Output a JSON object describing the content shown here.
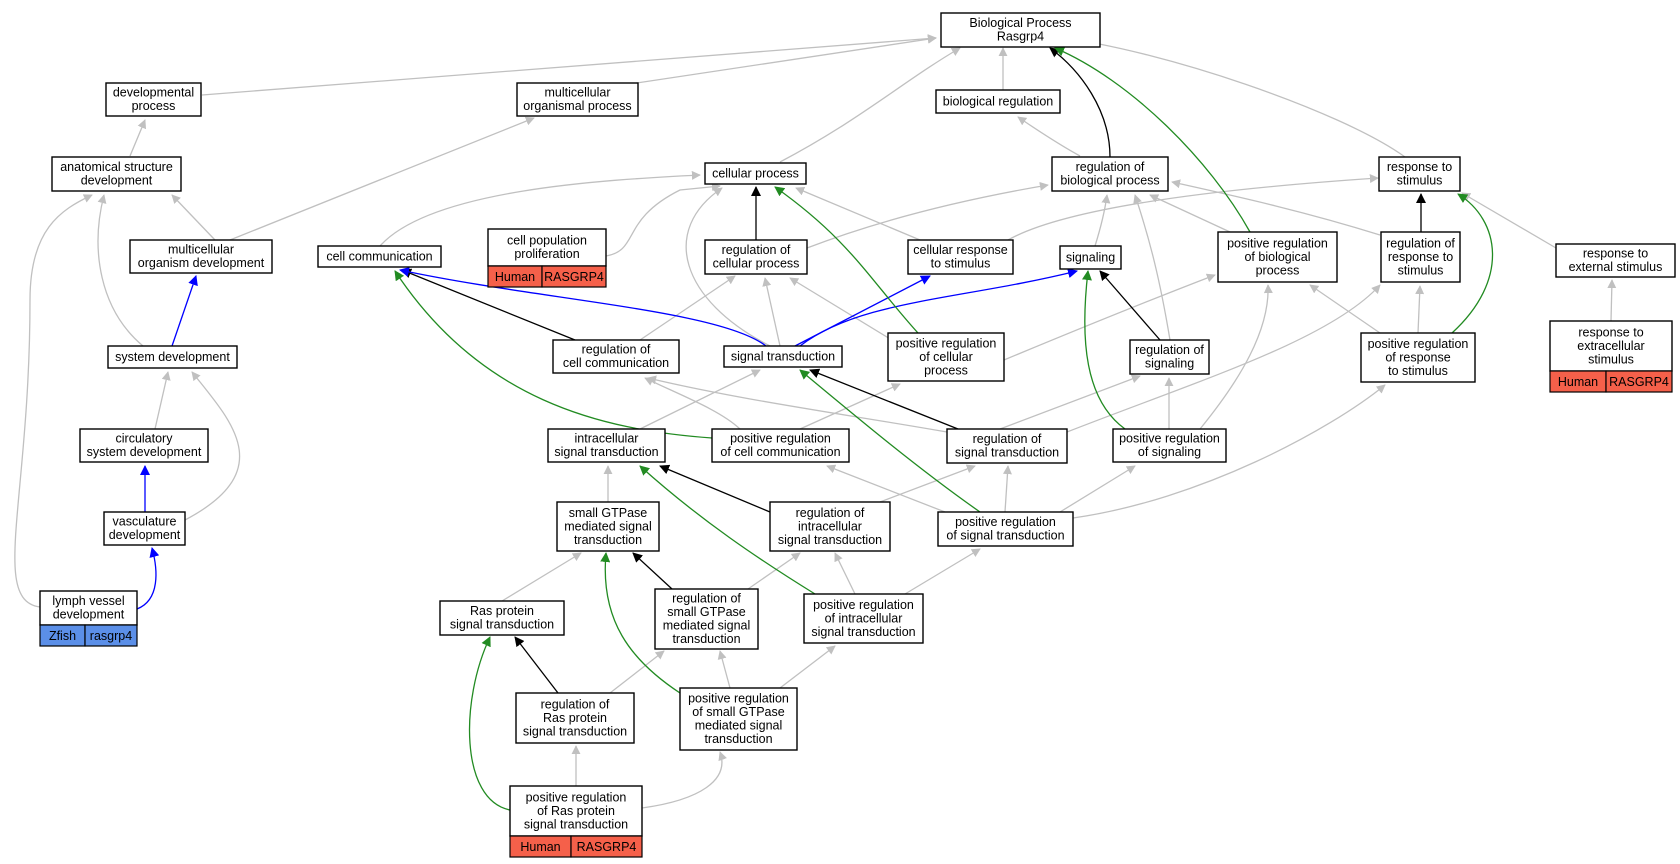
{
  "colors": {
    "gray": "#c0c0c0",
    "black": "#000000",
    "blue": "#0000ff",
    "green": "#228b22",
    "human": "#f5604a",
    "zfish": "#5b8fe8"
  },
  "nodes": [
    {
      "id": "bp",
      "lines": [
        "Biological Process",
        "Rasgrp4"
      ]
    },
    {
      "id": "devproc",
      "lines": [
        "developmental",
        "process"
      ]
    },
    {
      "id": "multiorg",
      "lines": [
        "multicellular",
        "organismal process"
      ]
    },
    {
      "id": "bioreg",
      "lines": [
        "biological regulation"
      ]
    },
    {
      "id": "anat",
      "lines": [
        "anatomical structure",
        "development"
      ]
    },
    {
      "id": "cellproc",
      "lines": [
        "cellular process"
      ]
    },
    {
      "id": "regbio",
      "lines": [
        "regulation of",
        "biological process"
      ]
    },
    {
      "id": "resp",
      "lines": [
        "response to",
        "stimulus"
      ]
    },
    {
      "id": "multidev",
      "lines": [
        "multicellular",
        "organism development"
      ]
    },
    {
      "id": "cellcomm",
      "lines": [
        "cell communication"
      ]
    },
    {
      "id": "cellpop",
      "lines": [
        "cell population",
        "proliferation"
      ],
      "tags": [
        {
          "label": "Human",
          "species": "human"
        },
        {
          "label": "RASGRP4",
          "species": "human"
        }
      ]
    },
    {
      "id": "regcell",
      "lines": [
        "regulation of",
        "cellular process"
      ]
    },
    {
      "id": "cellresp",
      "lines": [
        "cellular response",
        "to stimulus"
      ]
    },
    {
      "id": "signaling",
      "lines": [
        "signaling"
      ]
    },
    {
      "id": "posregbio",
      "lines": [
        "positive regulation",
        "of biological",
        "process"
      ]
    },
    {
      "id": "regresp",
      "lines": [
        "regulation of",
        "response to",
        "stimulus"
      ]
    },
    {
      "id": "respext",
      "lines": [
        "response to",
        "external stimulus"
      ]
    },
    {
      "id": "sysdev",
      "lines": [
        "system development"
      ]
    },
    {
      "id": "regcomm",
      "lines": [
        "regulation of",
        "cell communication"
      ]
    },
    {
      "id": "sigtrans",
      "lines": [
        "signal transduction"
      ]
    },
    {
      "id": "posregcell",
      "lines": [
        "positive regulation",
        "of cellular",
        "process"
      ]
    },
    {
      "id": "regsig",
      "lines": [
        "regulation of",
        "signaling"
      ]
    },
    {
      "id": "posregresp",
      "lines": [
        "positive regulation",
        "of response",
        "to stimulus"
      ]
    },
    {
      "id": "respextstim",
      "lines": [
        "response to",
        "extracellular",
        "stimulus"
      ],
      "tags": [
        {
          "label": "Human",
          "species": "human"
        },
        {
          "label": "RASGRP4",
          "species": "human"
        }
      ]
    },
    {
      "id": "circ",
      "lines": [
        "circulatory",
        "system development"
      ]
    },
    {
      "id": "intra",
      "lines": [
        "intracellular",
        "signal transduction"
      ]
    },
    {
      "id": "posregcomm",
      "lines": [
        "positive regulation",
        "of cell communication"
      ]
    },
    {
      "id": "regsigtrans",
      "lines": [
        "regulation of",
        "signal transduction"
      ]
    },
    {
      "id": "posregsig",
      "lines": [
        "positive regulation",
        "of signaling"
      ]
    },
    {
      "id": "vasc",
      "lines": [
        "vasculature",
        "development"
      ]
    },
    {
      "id": "smallgtp",
      "lines": [
        "small GTPase",
        "mediated signal",
        "transduction"
      ]
    },
    {
      "id": "regintra",
      "lines": [
        "regulation of",
        "intracellular",
        "signal transduction"
      ]
    },
    {
      "id": "posregsigtrans",
      "lines": [
        "positive regulation",
        "of signal transduction"
      ]
    },
    {
      "id": "lymph",
      "lines": [
        "lymph vessel",
        "development"
      ],
      "tags": [
        {
          "label": "Zfish",
          "species": "zfish"
        },
        {
          "label": "rasgrp4",
          "species": "zfish"
        }
      ]
    },
    {
      "id": "ras",
      "lines": [
        "Ras protein",
        "signal transduction"
      ]
    },
    {
      "id": "regsmall",
      "lines": [
        "regulation of",
        "small GTPase",
        "mediated signal",
        "transduction"
      ]
    },
    {
      "id": "posregintra",
      "lines": [
        "positive regulation",
        "of intracellular",
        "signal transduction"
      ]
    },
    {
      "id": "regras",
      "lines": [
        "regulation of",
        "Ras protein",
        "signal transduction"
      ]
    },
    {
      "id": "posregsmall",
      "lines": [
        "positive regulation",
        "of small GTPase",
        "mediated signal",
        "transduction"
      ]
    },
    {
      "id": "posregras",
      "lines": [
        "positive regulation",
        "of Ras protein",
        "signal transduction"
      ],
      "tags": [
        {
          "label": "Human",
          "species": "human"
        },
        {
          "label": "RASGRP4",
          "species": "human"
        }
      ]
    }
  ]
}
